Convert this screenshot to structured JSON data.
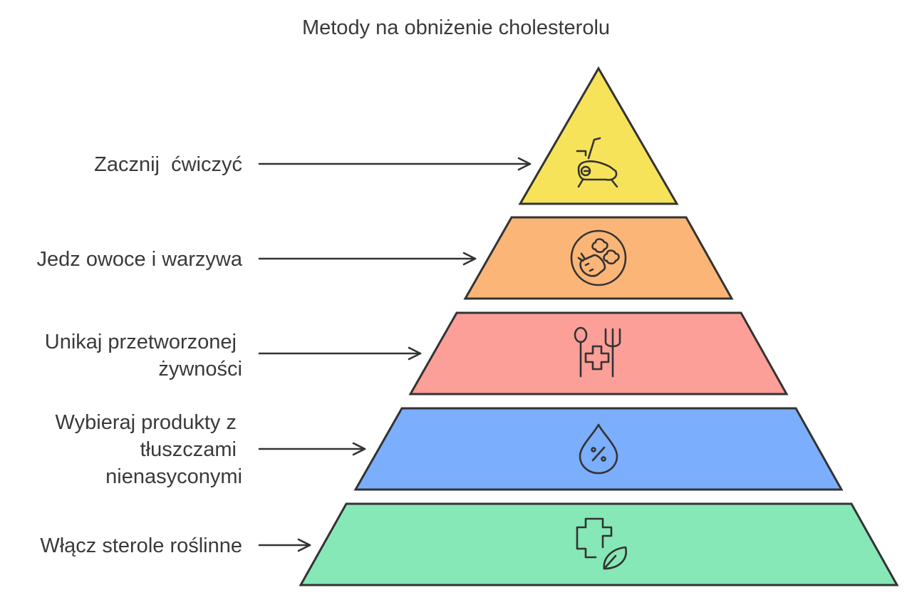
{
  "title": "Metody na obniżenie cholesterolu",
  "tiers": [
    {
      "label": "Zacznij  ćwiczyć",
      "icon": "exercise-bike-icon",
      "color": "#f7e35a"
    },
    {
      "label": "Jedz owoce i warzywa",
      "icon": "fruits-vegetables-icon",
      "color": "#fbb577"
    },
    {
      "label_lines": [
        "Unikaj przetworzonej",
        "żywności"
      ],
      "icon": "healthy-food-utensils-icon",
      "color": "#fb9f98"
    },
    {
      "label_lines": [
        "Wybieraj produkty z",
        "tłuszczami",
        "nienasyconymi"
      ],
      "icon": "percent-drop-icon",
      "color": "#7baefc"
    },
    {
      "label": "Włącz sterole roślinne",
      "icon": "medical-leaf-icon",
      "color": "#86e8b6"
    }
  ]
}
